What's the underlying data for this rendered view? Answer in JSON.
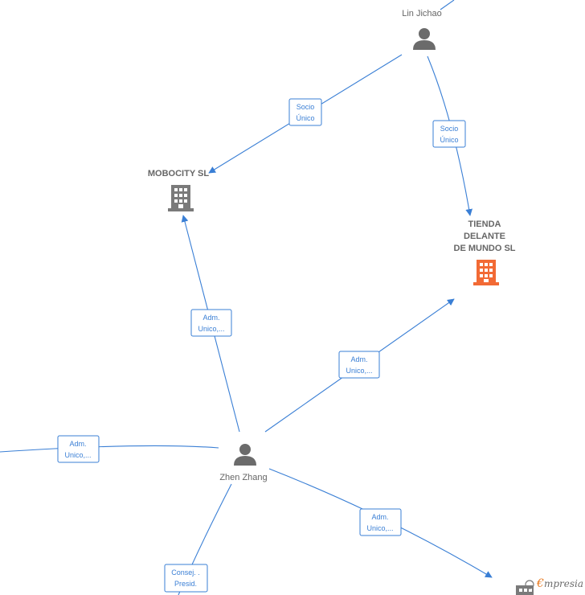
{
  "colors": {
    "edge": "#3a7fd5",
    "person": "#6b6b6b",
    "company": "#7a7a7a",
    "company_highlight": "#f26a35"
  },
  "nodes": {
    "lin_jichao": {
      "label": "Lin Jichao",
      "icon": "person-icon"
    },
    "mobocity": {
      "label": "MOBOCITY SL",
      "icon": "building-icon"
    },
    "tienda": {
      "label_lines": [
        "TIENDA",
        "DELANTE",
        "DE MUNDO SL"
      ],
      "icon": "building-icon"
    },
    "zhen_zhang": {
      "label": "Zhen Zhang",
      "icon": "person-icon"
    }
  },
  "edges": {
    "lin_mobocity": [
      "Socio",
      "Único"
    ],
    "lin_tienda": [
      "Socio",
      "Único"
    ],
    "zhen_mobocity": [
      "Adm.",
      "Unico,..."
    ],
    "zhen_tienda": [
      "Adm.",
      "Unico,..."
    ],
    "zhen_left": [
      "Adm.",
      "Unico,..."
    ],
    "zhen_bottom_right": [
      "Adm.",
      "Unico,..."
    ],
    "zhen_bottom": [
      "Consej. .",
      "Presid."
    ]
  },
  "brand": {
    "letter": "€",
    "text": "mpresia"
  }
}
